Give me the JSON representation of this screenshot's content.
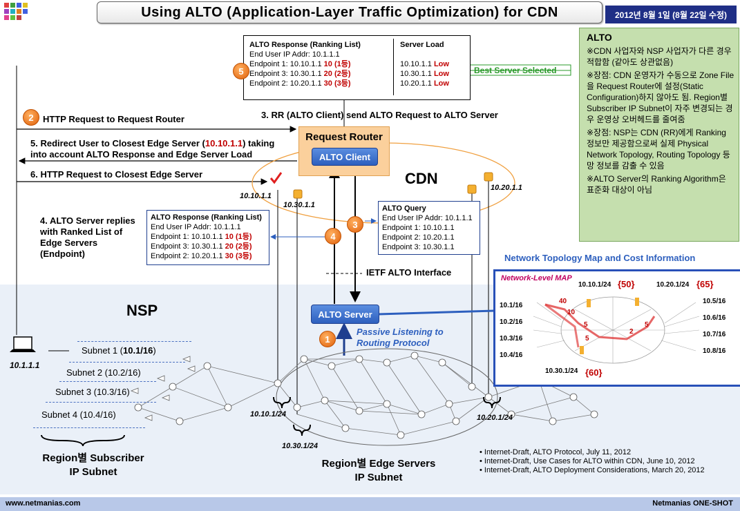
{
  "header": {
    "title": "Using ALTO (Application-Layer Traffic Optimization) for CDN",
    "date": "2012년 8월 1일 (8월 22일 수정)"
  },
  "top_response": {
    "title": "ALTO Response (Ranking List)",
    "user_ip": "End User IP Addr: 10.1.1.1",
    "rows": [
      {
        "label": "Endpoint 1: 10.10.1.1 ",
        "rank": "10 (1등)"
      },
      {
        "label": "Endpoint 3: 10.30.1.1 ",
        "rank": "20 (2등)"
      },
      {
        "label": "Endpoint 2: 10.20.1.1 ",
        "rank": "30 (3등)"
      }
    ],
    "load_title": "Server Load",
    "loads": [
      {
        "ip": "10.10.1.1 ",
        "load": "Low"
      },
      {
        "ip": "10.30.1.1 ",
        "load": "Low"
      },
      {
        "ip": "10.20.1.1 ",
        "load": "Low"
      }
    ],
    "best_server": "Best Server Selected"
  },
  "steps": {
    "s1": "1",
    "s2": "2",
    "s3": "3",
    "s4": "4",
    "s5": "5",
    "step2_text": "HTTP Request to Request Router",
    "step3_text": "3. RR (ALTO Client) send ALTO Request to ALTO Server",
    "step5_text_a": "5. Redirect User to Closest Edge Server (",
    "step5_ip": "10.10.1.1",
    "step5_text_b": ") taking",
    "step5_text_c": "into account ALTO Response and Edge Server Load",
    "step6_text": "6. HTTP Request to Closest Edge Server",
    "step4_text": [
      "4. ALTO Server replies",
      "with Ranked List of",
      "Edge Servers",
      "(Endpoint)"
    ],
    "passive_a": "Passive Listening to",
    "passive_b": "Routing Protocol"
  },
  "request_router": {
    "title": "Request Router",
    "client": "ALTO Client"
  },
  "cdn_label": "CDN",
  "edge_ips": {
    "e1": "10.10.1.1",
    "e2": "10.30.1.1",
    "e3": "10.20.1.1"
  },
  "mid_response": {
    "title": "ALTO Response (Ranking List)",
    "user_ip": "End User IP Addr: 10.1.1.1",
    "rows": [
      {
        "label": "Endpoint 1: 10.10.1.1 ",
        "rank": "10 (1등)"
      },
      {
        "label": "Endpoint 3: 10.30.1.1 ",
        "rank": "20 (2등)"
      },
      {
        "label": "Endpoint 2: 10.20.1.1 ",
        "rank": "30 (3등)"
      }
    ]
  },
  "query": {
    "title": "ALTO Query",
    "lines": [
      "End User IP Addr: 10.1.1.1",
      "Endpoint 1: 10.10.1.1",
      "Endpoint 2: 10.20.1.1",
      "Endpoint 3: 10.30.1.1"
    ]
  },
  "ietf": "IETF ALTO Interface",
  "alto_server": "ALTO Server",
  "nsp": "NSP",
  "user_ip": "10.1.1.1",
  "subnets": [
    "Subnet 1 (",
    "10.1/16",
    ")",
    "Subnet 2 (10.2/16)",
    "Subnet 3 (10.3/16)",
    "Subnet 4 (10.4/16)"
  ],
  "region_subscriber": [
    "Region별 Subscriber",
    "IP Subnet"
  ],
  "region_edge": [
    "Region별 Edge Servers",
    "IP Subnet"
  ],
  "edge_subnets": {
    "a": "10.10.1/24",
    "b": "10.30.1/24",
    "c": "10.20.1/24"
  },
  "alto_panel": {
    "heading": "ALTO",
    "items": [
      "※CDN 사업자와 NSP 사업자가 다른 경우 적합함 (같아도 상관없음)",
      "※장점: CDN 운영자가 수동으로 Zone File을 Request Router에 설정(Static Configuration)하지 않아도 됨. Region별 Subscriber IP Subnet이 자주 변경되는 경우 운영상 오버헤드를 줄여줌",
      "※장점: NSP는 CDN (RR)에게 Ranking 정보만 제공함으로써 실제 Physical Network Topology, Routing Topology 등 망 정보를 감출 수 있음",
      "※ALTO Server의 Ranking Algorithm은 표준화 대상이 아님"
    ]
  },
  "topology": {
    "title": "Network Topology Map and Cost Information",
    "map_label": "Network-Level MAP",
    "left_subnets": [
      "10.1/16",
      "10.2/16",
      "10.3/16",
      "10.4/16"
    ],
    "right_subnets": [
      "10.5/16",
      "10.6/16",
      "10.7/16",
      "10.8/16"
    ],
    "n1": "10.10.1/24",
    "c1": "{50}",
    "n2": "10.20.1/24",
    "c2": "{65}",
    "n3": "10.30.1/24",
    "c3": "{60}",
    "costs": [
      "40",
      "10",
      "5",
      "5",
      "2",
      "5"
    ]
  },
  "references": [
    "• Internet-Draft, ALTO Protocol, July 11, 2012",
    "• Internet-Draft, Use Cases for ALTO within CDN, June 10, 2012",
    "• Internet-Draft, ALTO Deployment Considerations, March 20, 2012"
  ],
  "footer": {
    "left": "www.netmanias.com",
    "right": "Netmanias ONE-SHOT"
  },
  "colors": {
    "accent_blue": "#2d5fbe",
    "panel_green": "#c5dfae",
    "title_bar": "#1f2f86",
    "red": "#c00000"
  }
}
